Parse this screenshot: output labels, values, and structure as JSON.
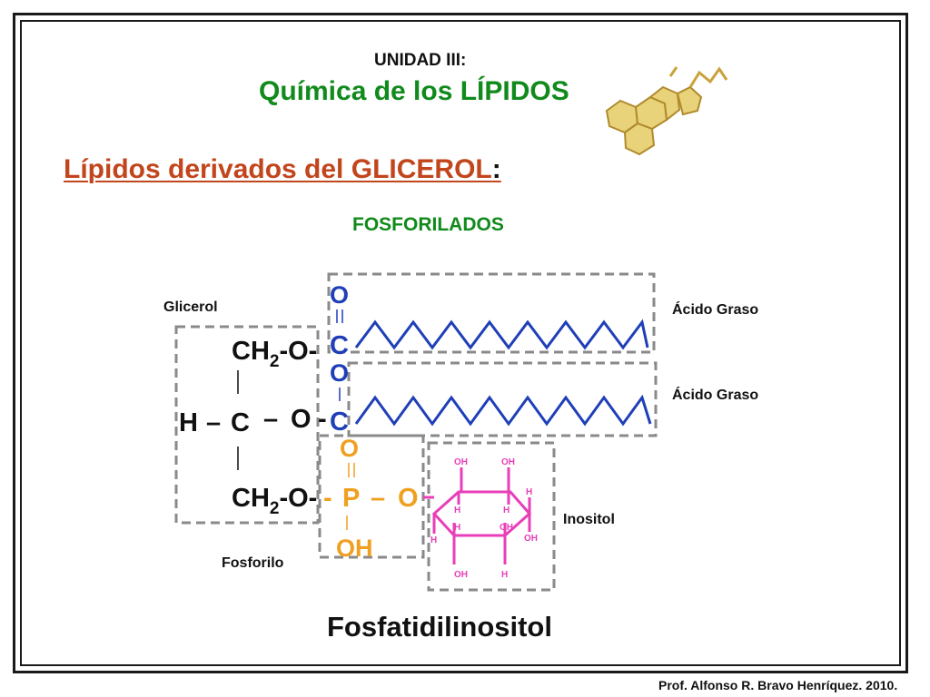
{
  "header": {
    "unit": "UNIDAD III:",
    "title": "Química de los LÍPIDOS"
  },
  "section": {
    "subtitle_main": "Lípidos derivados del GLICEROL",
    "subtitle_colon": ":",
    "category": "FOSFORILADOS"
  },
  "labels": {
    "glicerol": "Glicerol",
    "acido_graso_1": "Ácido Graso",
    "acido_graso_2": "Ácido Graso",
    "inositol": "Inositol",
    "fosforilo": "Fosforilo"
  },
  "formula": {
    "ch2": "CH",
    "sub2": "2",
    "o_dash": "-O-",
    "h": "H",
    "dash": "–",
    "c": "C",
    "o": "O",
    "p": "P",
    "oh": "OH",
    "dash_small": "-"
  },
  "inositol_ring": {
    "oh": "OH",
    "h": "H"
  },
  "molecule_name": "Fosfatidilinositol",
  "footer": {
    "credit": "Prof. Alfonso R. Bravo Henríquez. 2010."
  },
  "colors": {
    "title_green": "#118a1c",
    "subtitle_orange": "#c2451c",
    "acid_blue": "#1f3fb8",
    "phosphate_orange": "#f0a020",
    "inositol_pink": "#e83fb8",
    "box_gray": "#8a8a8a",
    "steroid_gold": "#e8d27a"
  },
  "icons": {
    "steroid": "steroid-molecule-icon"
  }
}
